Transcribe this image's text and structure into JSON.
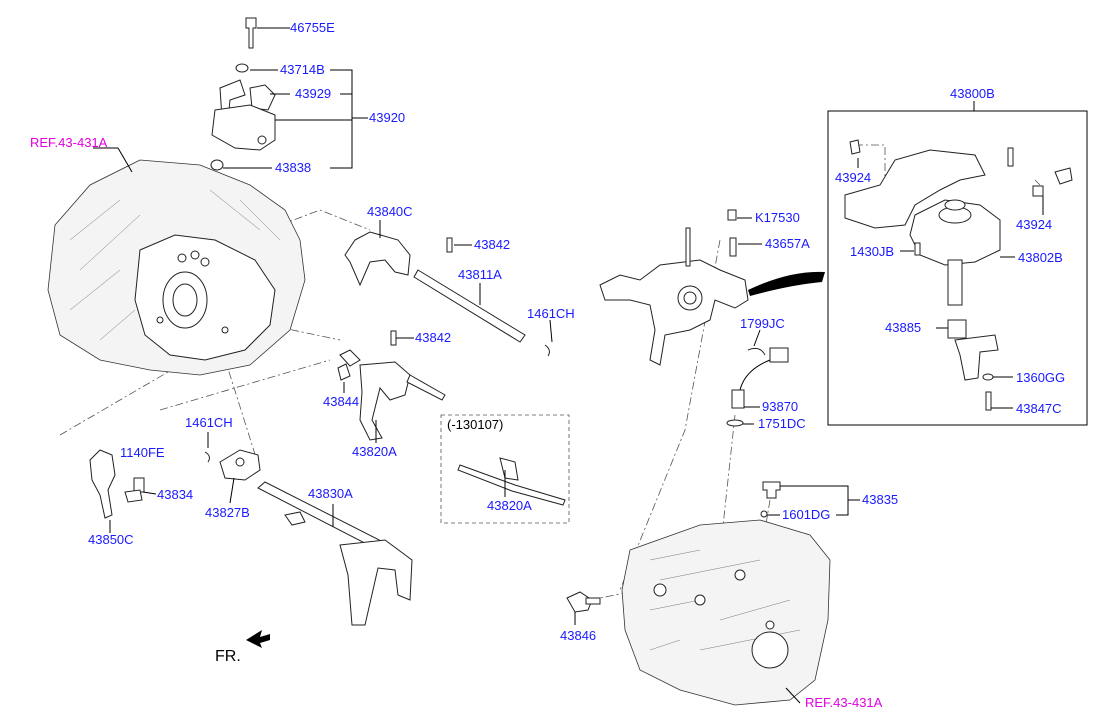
{
  "colors": {
    "part_label": "#1a1aff",
    "reference_label": "#e000e0",
    "line": "#000000"
  },
  "icons": {
    "front_arrow": "filled-arrow-icon"
  },
  "labels": {
    "p46755E": "46755E",
    "p43714B": "43714B",
    "p43929": "43929",
    "p43920": "43920",
    "p43838": "43838",
    "ref_top": "REF.43-431A",
    "p43840C": "43840C",
    "p43842a": "43842",
    "p43811A": "43811A",
    "p1461CHa": "1461CH",
    "p43842b": "43842",
    "p43844": "43844",
    "p43820Aa": "43820A",
    "variant_code": "(-130107)",
    "p43820Ab": "43820A",
    "p1461CHb": "1461CH",
    "p1140FE": "1140FE",
    "p43834": "43834",
    "p43827B": "43827B",
    "p43830A": "43830A",
    "p43850C": "43850C",
    "front": "FR.",
    "pK17530": "K17530",
    "p43657A": "43657A",
    "p1799JC": "1799JC",
    "p93870": "93870",
    "p1751DC": "1751DC",
    "p43835": "43835",
    "p1601DG": "1601DG",
    "p43846": "43846",
    "ref_bottom": "REF.43-431A",
    "p43800B": "43800B",
    "p43924a": "43924",
    "p43924b": "43924",
    "p1430JB": "1430JB",
    "p43802B": "43802B",
    "p43885": "43885",
    "p1360GG": "1360GG",
    "p43847C": "43847C"
  }
}
